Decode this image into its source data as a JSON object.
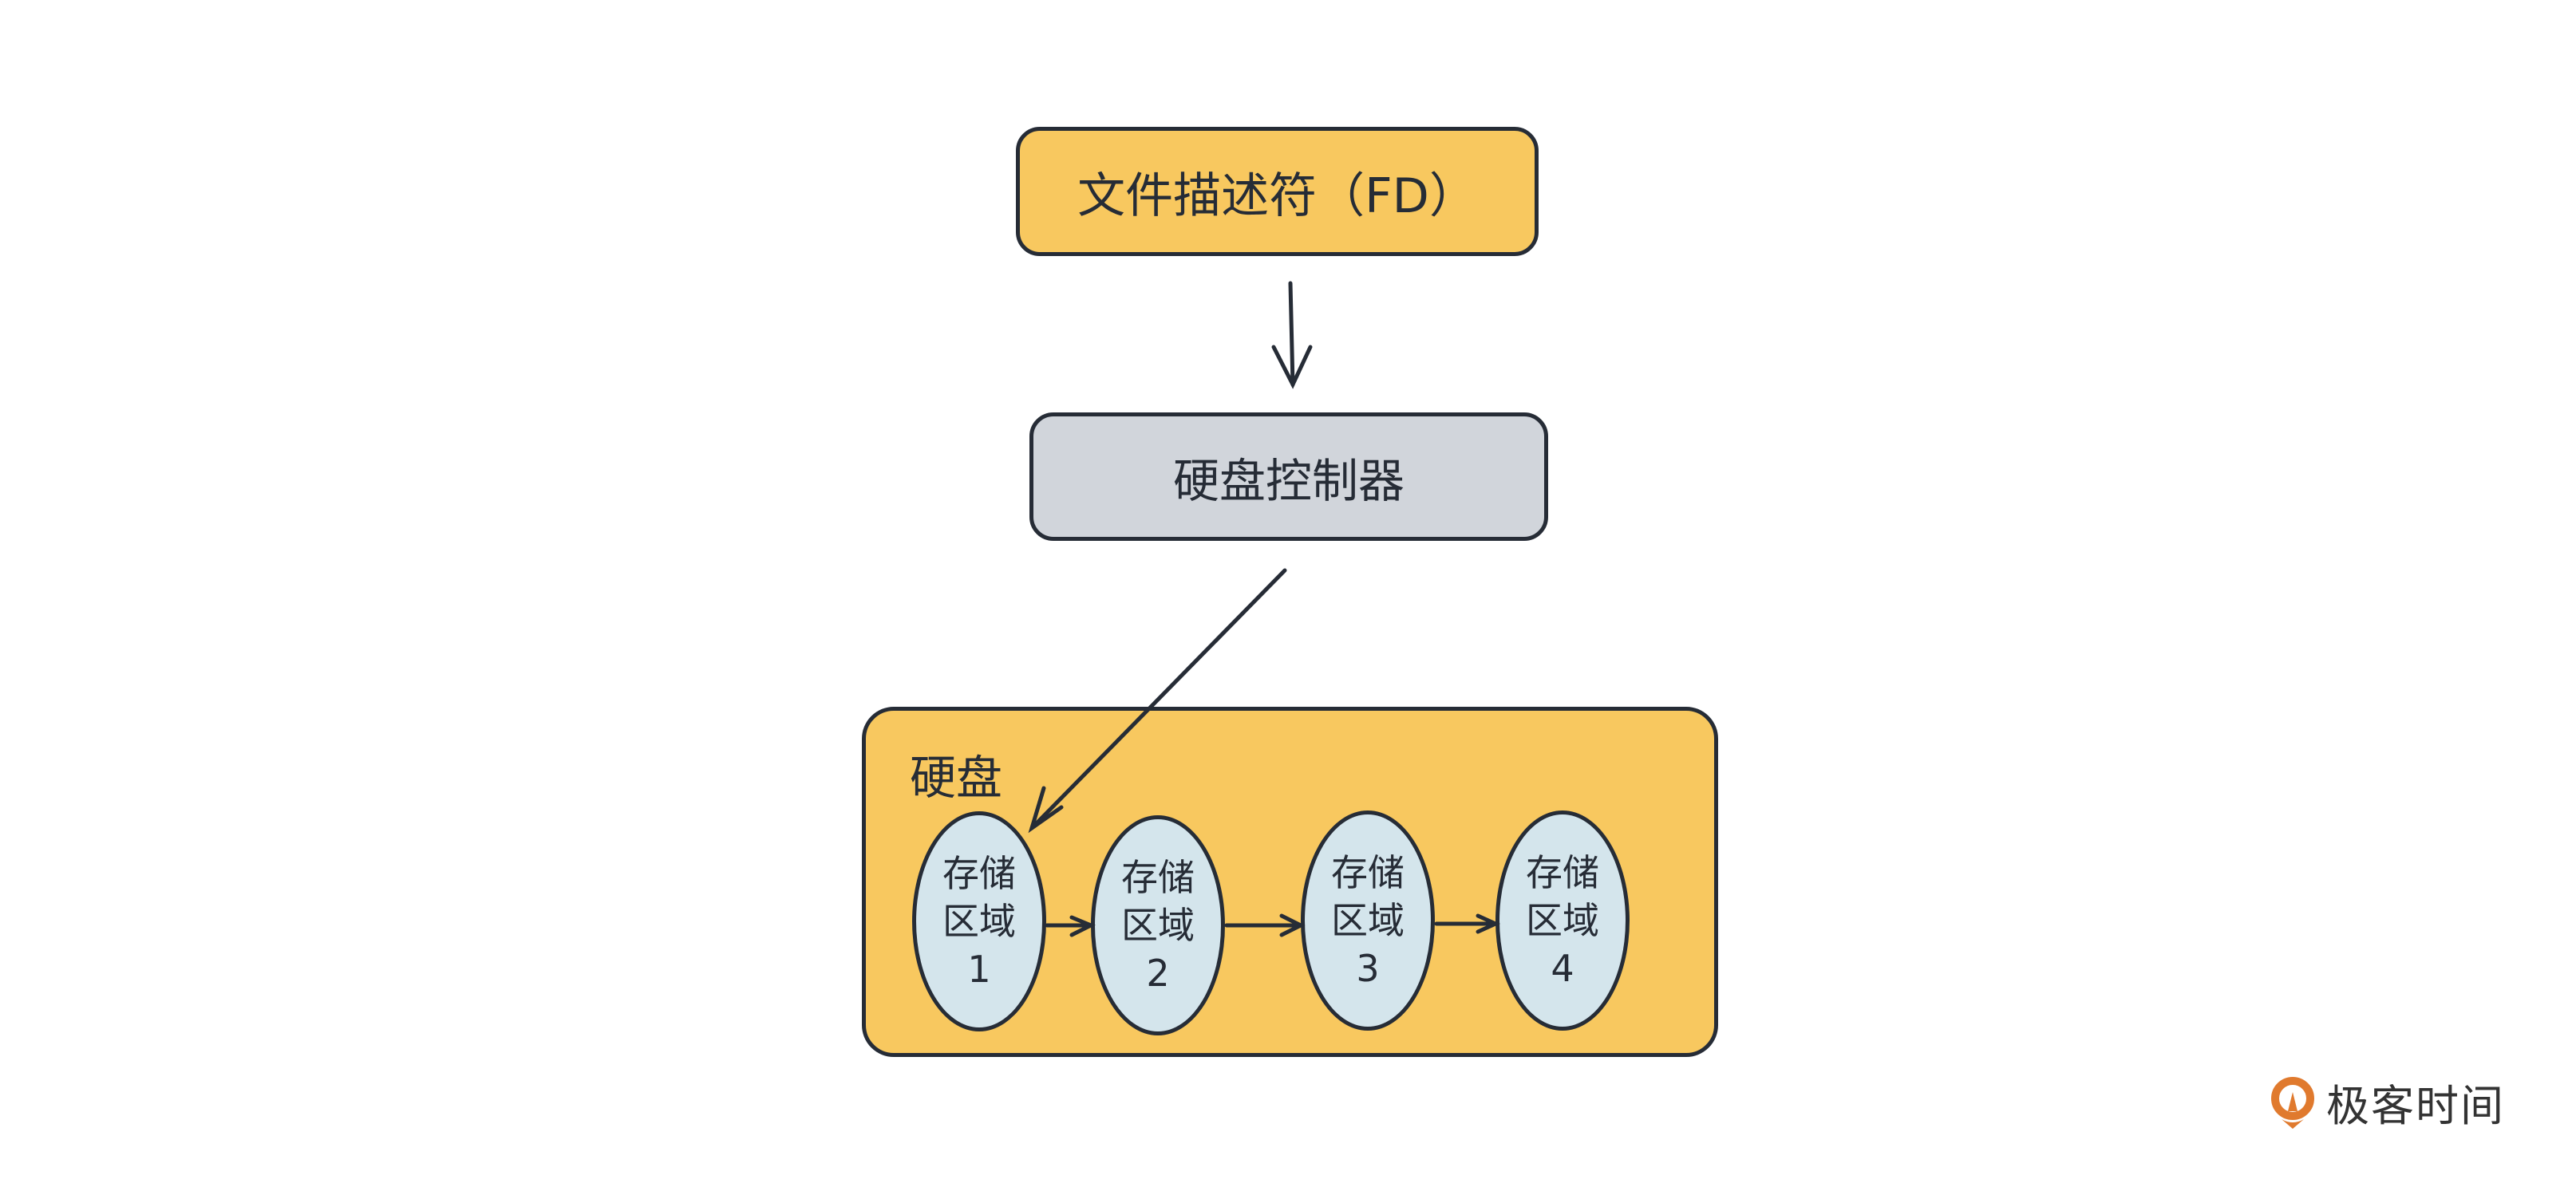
{
  "nodes": {
    "fd": "文件描述符（FD）",
    "controller": "硬盘控制器",
    "disk": "硬盘",
    "regions": [
      {
        "line1": "存储",
        "line2": "区域",
        "num": "1"
      },
      {
        "line1": "存储",
        "line2": "区域",
        "num": "2"
      },
      {
        "line1": "存储",
        "line2": "区域",
        "num": "3"
      },
      {
        "line1": "存储",
        "line2": "区域",
        "num": "4"
      }
    ]
  },
  "watermark": "极客时间",
  "colors": {
    "yellow": "#f8c85f",
    "gray": "#d1d5db",
    "blue": "#d4e5ec",
    "stroke": "#262c36",
    "logo": "#e07a2e"
  }
}
